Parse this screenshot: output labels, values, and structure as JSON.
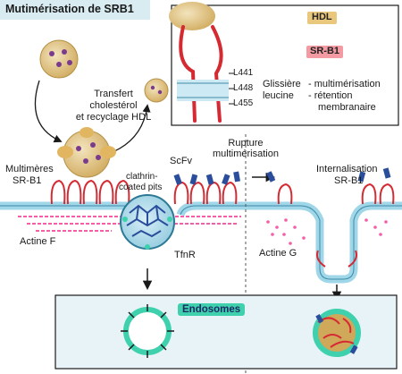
{
  "title": "Mutimérisation de SRB1",
  "legend": {
    "hdl_label": "HDL",
    "srb1_label": "SR-B1",
    "residues": [
      "L441",
      "L448",
      "L455"
    ],
    "zipper_line1": "Glissière",
    "zipper_line2": "leucine",
    "function_line1": "- multimérisation",
    "function_line2": "- rétention",
    "function_line3": "membranaire"
  },
  "labels": {
    "transfer_line1": "Transfert",
    "transfer_line2": "cholestérol",
    "transfer_line3": "et recyclage HDL",
    "multimers_line1": "Multimères",
    "multimers_line2": "SR-B1",
    "clathrin_line1": "clathrin-",
    "clathrin_line2": "coated pits",
    "scfv": "ScFv",
    "rupture_line1": "Rupture",
    "rupture_line2": "multimérisation",
    "internalisation_line1": "Internalisation",
    "internalisation_line2": "SR-B1",
    "actin_f": "Actine F",
    "actin_g": "Actine G",
    "tfnr": "TfnR",
    "endosomes": "Endosomes"
  },
  "colors": {
    "membrane": "#9fd6e8",
    "receptor": "#d62a33",
    "hdl": "#e9c77c",
    "actin": "#f25fa8",
    "scfv": "#2a4d9c",
    "endosome_lumen": "#3fd0ad",
    "title_bg": "#d9ecf2",
    "panel_bg": "#e7f3f7"
  }
}
